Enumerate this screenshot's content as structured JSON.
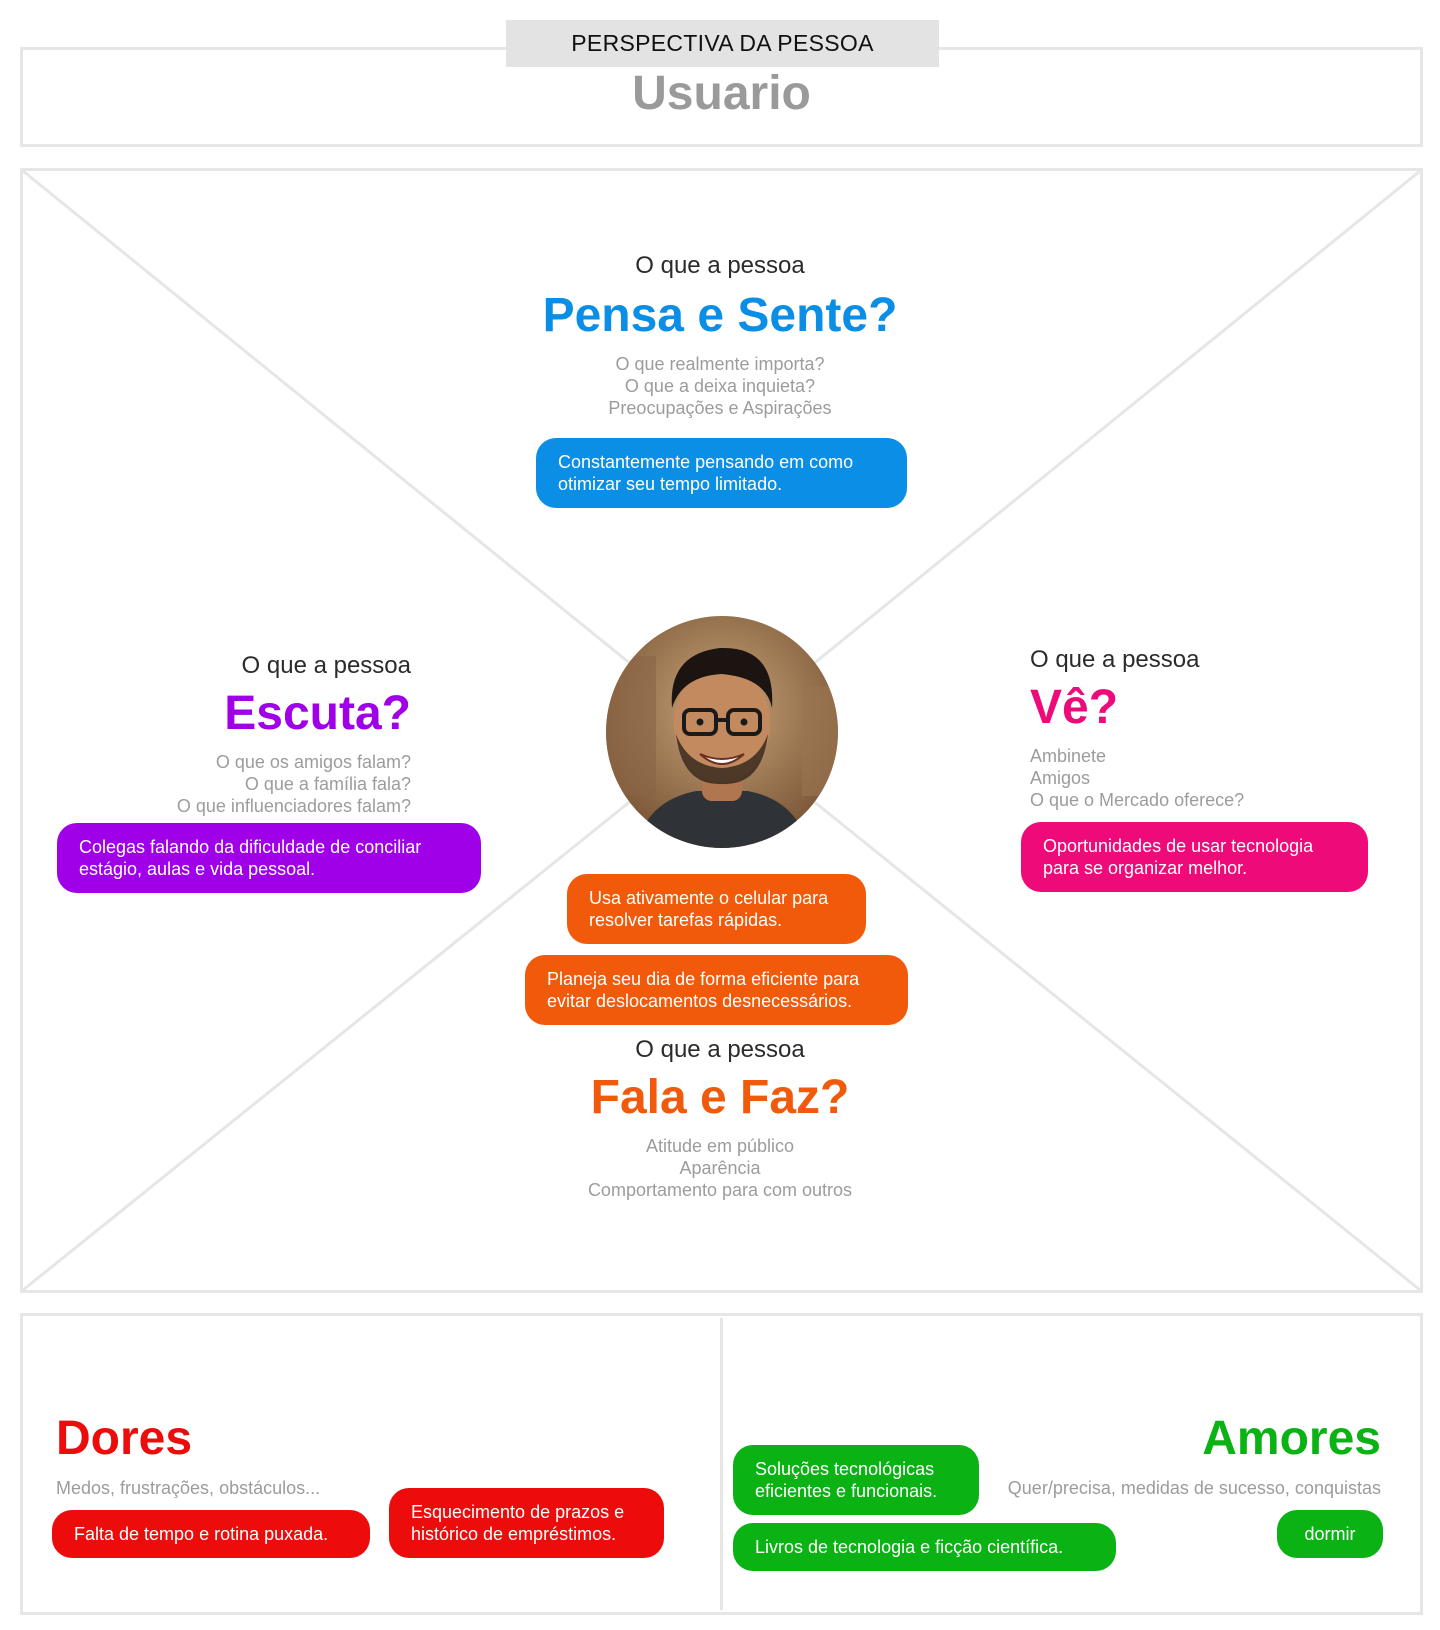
{
  "header": {
    "tab_label": "PERSPECTIVA DA PESSOA",
    "persona": "Usuario"
  },
  "quadrants": {
    "thinks": {
      "kicker": "O que a pessoa",
      "title": "Pensa e Sente?",
      "color": "#0a8ee6",
      "hints": [
        "O que realmente importa?",
        "O que a deixa inquieta?",
        "Preocupações e Aspirações"
      ],
      "notes": [
        "Constantemente pensando em como otimizar seu tempo limitado."
      ]
    },
    "hears": {
      "kicker": "O que a pessoa",
      "title": "Escuta?",
      "color": "#a000e8",
      "hints": [
        "O que os amigos falam?",
        "O que a família fala?",
        "O que influenciadores falam?"
      ],
      "notes": [
        "Colegas falando da dificuldade de conciliar estágio, aulas e vida pessoal."
      ]
    },
    "sees": {
      "kicker": "O que a pessoa",
      "title": "Vê?",
      "color": "#ee0a78",
      "hints": [
        "Ambinete",
        "Amigos",
        "O que o Mercado oferece?"
      ],
      "notes": [
        "Oportunidades de usar tecnologia para se organizar melhor."
      ]
    },
    "says_does": {
      "kicker": "O que a pessoa",
      "title": "Fala e Faz?",
      "color": "#f05a0a",
      "hints": [
        "Atitude em público",
        "Aparência",
        "Comportamento para com outros"
      ],
      "notes": [
        "Usa ativamente o celular para resolver tarefas rápidas.",
        "Planeja seu dia de forma eficiente para evitar deslocamentos desnecessários."
      ]
    }
  },
  "pains": {
    "title": "Dores",
    "color": "#ec0c0c",
    "hint": "Medos, frustrações, obstáculos...",
    "notes": [
      "Falta de tempo e rotina puxada.",
      "Esquecimento de prazos e histórico de empréstimos."
    ]
  },
  "gains": {
    "title": "Amores",
    "color": "#0ab214",
    "hint": "Quer/precisa, medidas de sucesso, conquistas",
    "notes": [
      "Soluções tecnológicas eficientes e funcionais.",
      "Livros de tecnologia e ficção científica.",
      "dormir"
    ]
  }
}
